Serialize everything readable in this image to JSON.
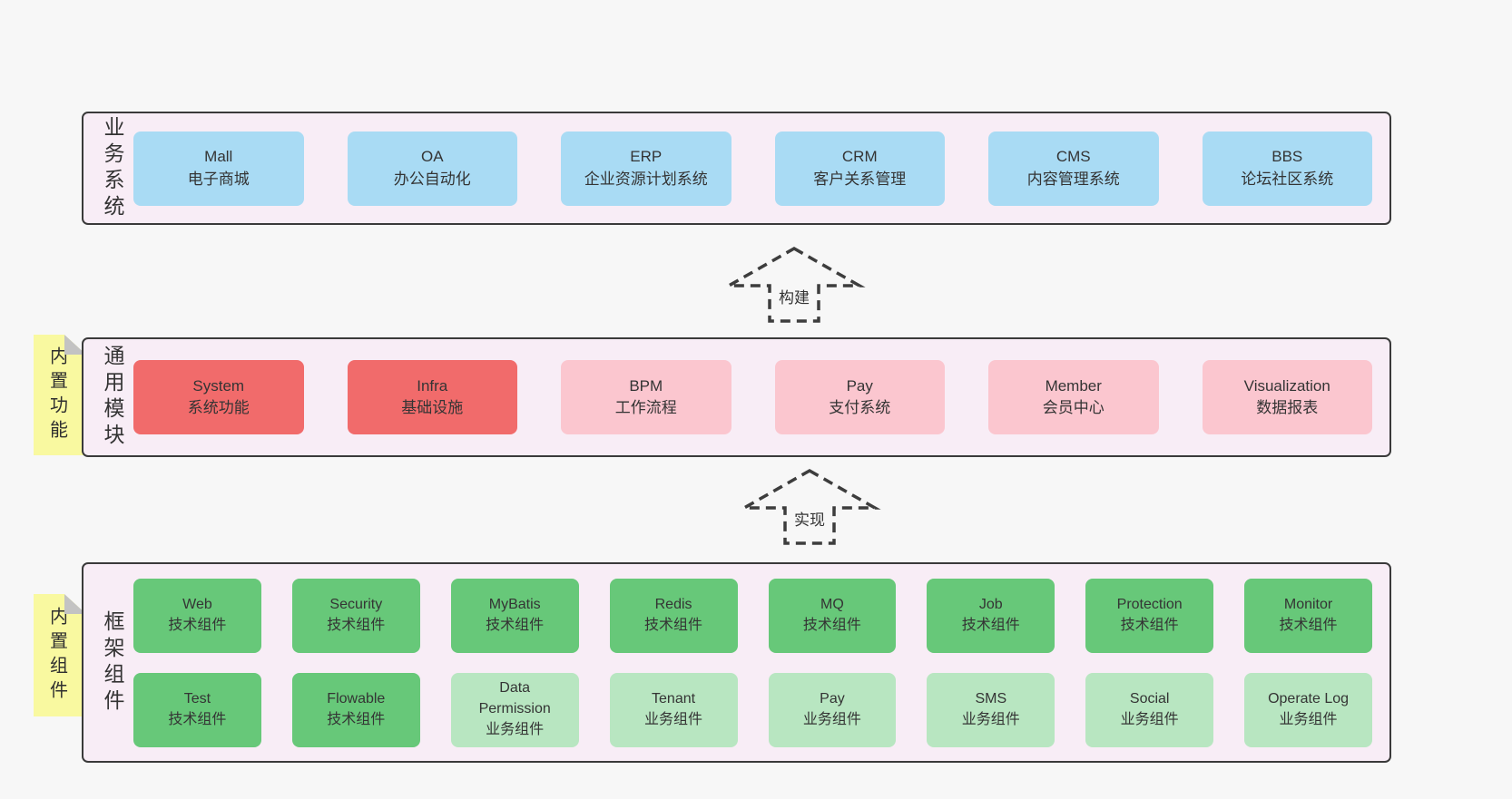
{
  "colors": {
    "page-bg": "#f7f7f7",
    "layer-bg": "#f8edf6",
    "layer-border": "#3a3a3a",
    "blue": "#a9dbf4",
    "red": "#f16b6b",
    "pink": "#fbc6cf",
    "green": "#67c879",
    "green-light": "#b8e6c1",
    "yellow": "#f9f9a0",
    "fold-gray": "#c3c3c3",
    "text": "#343434",
    "arrow": "#3d3d3d"
  },
  "layers": {
    "business": {
      "label": "业务系统",
      "boxes": [
        {
          "en": "Mall",
          "zh": "电子商城"
        },
        {
          "en": "OA",
          "zh": "办公自动化"
        },
        {
          "en": "ERP",
          "zh": "企业资源计划系统"
        },
        {
          "en": "CRM",
          "zh": "客户关系管理"
        },
        {
          "en": "CMS",
          "zh": "内容管理系统"
        },
        {
          "en": "BBS",
          "zh": "论坛社区系统"
        }
      ]
    },
    "modules": {
      "label": "通用模块",
      "sticky": "内置功能",
      "boxes": [
        {
          "en": "System",
          "zh": "系统功能",
          "variant": "red"
        },
        {
          "en": "Infra",
          "zh": "基础设施",
          "variant": "red"
        },
        {
          "en": "BPM",
          "zh": "工作流程",
          "variant": "pink"
        },
        {
          "en": "Pay",
          "zh": "支付系统",
          "variant": "pink"
        },
        {
          "en": "Member",
          "zh": "会员中心",
          "variant": "pink"
        },
        {
          "en": "Visualization",
          "zh": "数据报表",
          "variant": "pink"
        }
      ]
    },
    "components": {
      "label": "框架组件",
      "sticky": "内置组件",
      "row1": [
        {
          "en": "Web",
          "zh": "技术组件",
          "variant": "green"
        },
        {
          "en": "Security",
          "zh": "技术组件",
          "variant": "green"
        },
        {
          "en": "MyBatis",
          "zh": "技术组件",
          "variant": "green"
        },
        {
          "en": "Redis",
          "zh": "技术组件",
          "variant": "green"
        },
        {
          "en": "MQ",
          "zh": "技术组件",
          "variant": "green"
        },
        {
          "en": "Job",
          "zh": "技术组件",
          "variant": "green"
        },
        {
          "en": "Protection",
          "zh": "技术组件",
          "variant": "green"
        },
        {
          "en": "Monitor",
          "zh": "技术组件",
          "variant": "green"
        }
      ],
      "row2": [
        {
          "en": "Test",
          "zh": "技术组件",
          "variant": "green"
        },
        {
          "en": "Flowable",
          "zh": "技术组件",
          "variant": "green"
        },
        {
          "en": "Data Permission",
          "zh": "业务组件",
          "variant": "green-light"
        },
        {
          "en": "Tenant",
          "zh": "业务组件",
          "variant": "green-light"
        },
        {
          "en": "Pay",
          "zh": "业务组件",
          "variant": "green-light"
        },
        {
          "en": "SMS",
          "zh": "业务组件",
          "variant": "green-light"
        },
        {
          "en": "Social",
          "zh": "业务组件",
          "variant": "green-light"
        },
        {
          "en": "Operate Log",
          "zh": "业务组件",
          "variant": "green-light"
        }
      ]
    }
  },
  "arrows": [
    {
      "label": "构建"
    },
    {
      "label": "实现"
    }
  ]
}
